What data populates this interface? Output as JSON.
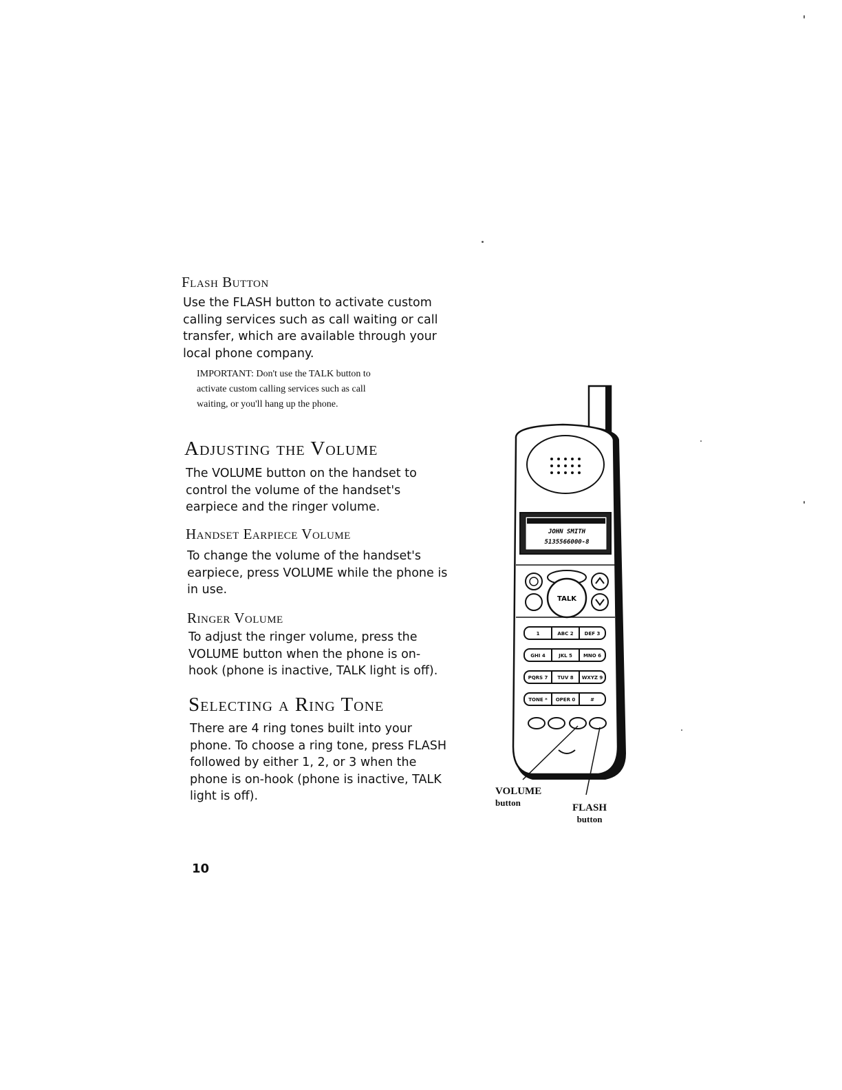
{
  "flash_button": {
    "heading": "Flash Button",
    "body": "Use the FLASH button to activate custom\ncalling services such as call waiting or call\ntransfer, which are available through your\nlocal phone company.",
    "important": "IMPORTANT: Don't use the TALK button to\nactivate custom calling services such as call\nwaiting, or you'll hang up the phone."
  },
  "adjusting_volume": {
    "heading": "Adjusting the Volume",
    "body": "The VOLUME button on the handset to\ncontrol the volume of the handset's\nearpiece and the ringer volume."
  },
  "handset_earpiece_volume": {
    "heading": "Handset Earpiece Volume",
    "body": "To change the volume of the handset's\nearpiece, press VOLUME while the phone is\nin use."
  },
  "ringer_volume": {
    "heading": "Ringer Volume",
    "body": "To adjust the ringer volume, press the\nVOLUME button when the phone is on-\nhook (phone is inactive, TALK light is off)."
  },
  "selecting_ring_tone": {
    "heading": "Selecting a Ring Tone",
    "body": "There are 4 ring tones built into your\nphone. To choose a ring tone, press FLASH\nfollowed by either 1, 2, or 3 when the\nphone is on-hook (phone is inactive, TALK\nlight is off)."
  },
  "page_number": "10",
  "illustration": {
    "display_lines": [
      "JOHN SMITH",
      "5135566000-8"
    ],
    "talk_label": "TALK",
    "keys": [
      "1",
      "ABC 2",
      "DEF 3",
      "GHI 4",
      "JKL 5",
      "MNO 6",
      "PQRS 7",
      "TUV 8",
      "WXYZ 9",
      "TONE *",
      "OPER 0",
      "#"
    ],
    "callouts": {
      "volume_label": "VOLUME",
      "volume_sub": "button",
      "flash_label": "FLASH",
      "flash_sub": "button"
    }
  }
}
